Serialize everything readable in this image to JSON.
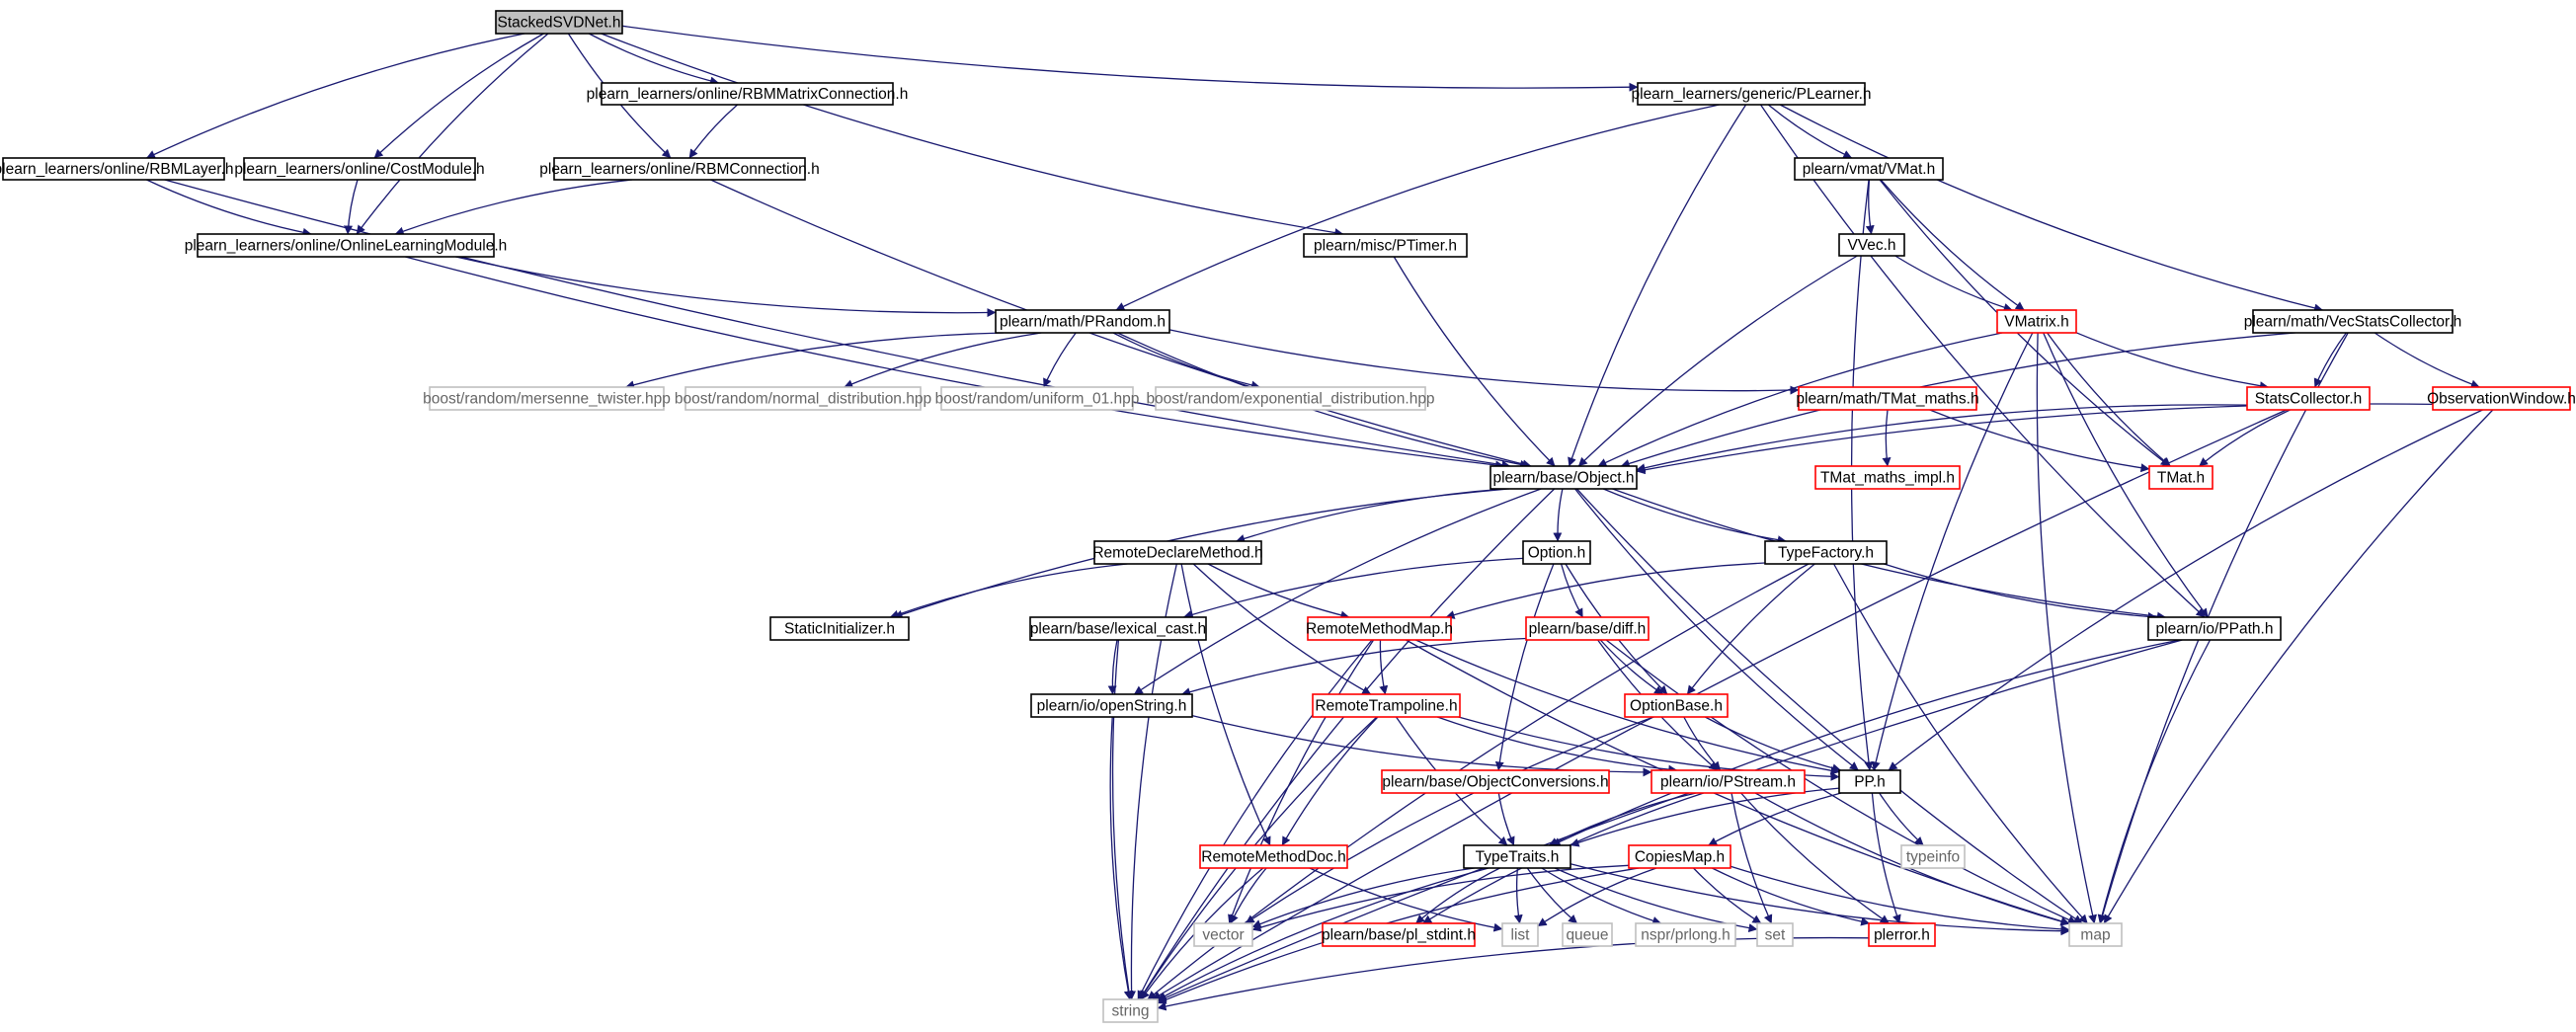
{
  "diagram": {
    "type": "include-dependency-graph",
    "colors": {
      "edge": "#191970",
      "root_fill": "#bfbfbf",
      "normal_border": "#000000",
      "truncated_border": "#ff0000",
      "external_border": "#bfbfbf",
      "external_text": "#666666"
    },
    "nodes": [
      {
        "id": "root",
        "label": "StackedSVDNet.h",
        "kind": "root"
      },
      {
        "id": "rbmlayer",
        "label": "plearn_learners/online/RBMLayer.h",
        "kind": "normal"
      },
      {
        "id": "costmodule",
        "label": "plearn_learners/online/CostModule.h",
        "kind": "normal"
      },
      {
        "id": "rbmmatconn",
        "label": "plearn_learners/online/RBMMatrixConnection.h",
        "kind": "normal"
      },
      {
        "id": "rbmconn",
        "label": "plearn_learners/online/RBMConnection.h",
        "kind": "normal"
      },
      {
        "id": "olm",
        "label": "plearn_learners/online/OnlineLearningModule.h",
        "kind": "normal"
      },
      {
        "id": "ptimer",
        "label": "plearn/misc/PTimer.h",
        "kind": "normal"
      },
      {
        "id": "plearner",
        "label": "plearn_learners/generic/PLearner.h",
        "kind": "normal"
      },
      {
        "id": "vmat",
        "label": "plearn/vmat/VMat.h",
        "kind": "normal"
      },
      {
        "id": "vvec",
        "label": "VVec.h",
        "kind": "normal"
      },
      {
        "id": "vmatrix",
        "label": "VMatrix.h",
        "kind": "truncated"
      },
      {
        "id": "vecstats",
        "label": "plearn/math/VecStatsCollector.h",
        "kind": "normal"
      },
      {
        "id": "statscol",
        "label": "StatsCollector.h",
        "kind": "truncated"
      },
      {
        "id": "obswin",
        "label": "ObservationWindow.h",
        "kind": "truncated"
      },
      {
        "id": "prandom",
        "label": "plearn/math/PRandom.h",
        "kind": "normal"
      },
      {
        "id": "mersenne",
        "label": "boost/random/mersenne_twister.hpp",
        "kind": "external"
      },
      {
        "id": "normaldist",
        "label": "boost/random/normal_distribution.hpp",
        "kind": "external"
      },
      {
        "id": "uniform01",
        "label": "boost/random/uniform_01.hpp",
        "kind": "external"
      },
      {
        "id": "expdist",
        "label": "boost/random/exponential_distribution.hpp",
        "kind": "external"
      },
      {
        "id": "tmatmaths",
        "label": "plearn/math/TMat_maths.h",
        "kind": "truncated"
      },
      {
        "id": "tmatimpl",
        "label": "TMat_maths_impl.h",
        "kind": "truncated"
      },
      {
        "id": "tmat",
        "label": "TMat.h",
        "kind": "truncated"
      },
      {
        "id": "object",
        "label": "plearn/base/Object.h",
        "kind": "normal"
      },
      {
        "id": "rdm",
        "label": "RemoteDeclareMethod.h",
        "kind": "normal"
      },
      {
        "id": "option",
        "label": "Option.h",
        "kind": "normal"
      },
      {
        "id": "typefactory",
        "label": "TypeFactory.h",
        "kind": "normal"
      },
      {
        "id": "staticinit",
        "label": "StaticInitializer.h",
        "kind": "normal"
      },
      {
        "id": "lexcast",
        "label": "plearn/base/lexical_cast.h",
        "kind": "normal"
      },
      {
        "id": "rmm",
        "label": "RemoteMethodMap.h",
        "kind": "truncated"
      },
      {
        "id": "diff",
        "label": "plearn/base/diff.h",
        "kind": "truncated"
      },
      {
        "id": "ppath",
        "label": "plearn/io/PPath.h",
        "kind": "normal"
      },
      {
        "id": "openstring",
        "label": "plearn/io/openString.h",
        "kind": "normal"
      },
      {
        "id": "rtramp",
        "label": "RemoteTrampoline.h",
        "kind": "truncated"
      },
      {
        "id": "optionbase",
        "label": "OptionBase.h",
        "kind": "truncated"
      },
      {
        "id": "objconv",
        "label": "plearn/base/ObjectConversions.h",
        "kind": "truncated"
      },
      {
        "id": "pstream",
        "label": "plearn/io/PStream.h",
        "kind": "truncated"
      },
      {
        "id": "pp",
        "label": "PP.h",
        "kind": "normal"
      },
      {
        "id": "typeinfo",
        "label": "typeinfo",
        "kind": "external"
      },
      {
        "id": "rmdoc",
        "label": "RemoteMethodDoc.h",
        "kind": "truncated"
      },
      {
        "id": "typetraits",
        "label": "TypeTraits.h",
        "kind": "normal"
      },
      {
        "id": "copiesmap",
        "label": "CopiesMap.h",
        "kind": "truncated"
      },
      {
        "id": "vector",
        "label": "vector",
        "kind": "external"
      },
      {
        "id": "plstdint",
        "label": "plearn/base/pl_stdint.h",
        "kind": "truncated"
      },
      {
        "id": "list",
        "label": "list",
        "kind": "external"
      },
      {
        "id": "queue",
        "label": "queue",
        "kind": "external"
      },
      {
        "id": "nsprlong",
        "label": "nspr/prlong.h",
        "kind": "external"
      },
      {
        "id": "set",
        "label": "set",
        "kind": "external"
      },
      {
        "id": "perror",
        "label": "plerror.h",
        "kind": "truncated"
      },
      {
        "id": "map",
        "label": "map",
        "kind": "external"
      },
      {
        "id": "string",
        "label": "string",
        "kind": "external"
      }
    ]
  }
}
